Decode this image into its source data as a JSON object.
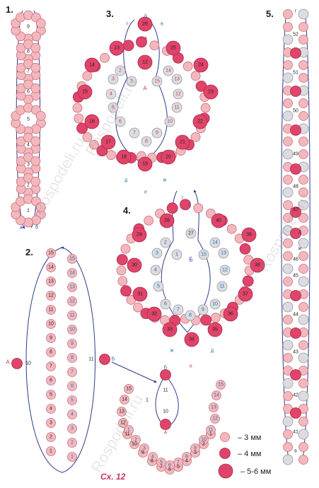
{
  "sections": {
    "s1": "1.",
    "s2": "2.",
    "s3": "3.",
    "s4": "4.",
    "s5": "5."
  },
  "caption": "Сх. 12",
  "watermark": "Rospodeli.ru",
  "legend": [
    {
      "label": "– 3 мм",
      "size": "3"
    },
    {
      "label": "– 4 мм",
      "size": "4"
    },
    {
      "label": "– 5-6 мм",
      "size": "5-6"
    }
  ],
  "colors": {
    "pink": "#f3b8bd",
    "pink_stroke": "#c8707c",
    "red": "#e0446a",
    "red_stroke": "#a82a48",
    "grey": "#dcdce0",
    "grey_stroke": "#9a9aa6",
    "line": "#2e3a8c",
    "accent_text": "#1c6fb0",
    "magenta_text": "#c8385a"
  },
  "diagram1": {
    "labels": [
      "9",
      "8",
      "7",
      "6",
      "5",
      "4",
      "3",
      "2",
      "1"
    ],
    "letters": [
      "а",
      "б"
    ]
  },
  "diagram2": {
    "left_labels": [
      "15",
      "14",
      "13",
      "12",
      "11",
      "10",
      "9",
      "8",
      "7",
      "6",
      "5",
      "4",
      "3",
      "2",
      "1"
    ],
    "right_labels": [
      "15",
      "14",
      "13",
      "12",
      "11",
      "10",
      "9",
      "8",
      "7",
      "6",
      "5",
      "4",
      "3",
      "2",
      "1"
    ],
    "side_left": "А",
    "side_left_num": "10",
    "side_right_num": "11",
    "side_right_letter": "Б"
  },
  "diagram2b": {
    "labels_left": [
      "15",
      "14",
      "13",
      "12",
      "11",
      "10",
      "9",
      "8",
      "7",
      "6",
      "5",
      "4",
      "3",
      "2",
      "1"
    ],
    "labels_right": [
      "15",
      "14",
      "13",
      "12",
      "11",
      "10",
      "9",
      "8",
      "7",
      "6",
      "5",
      "4",
      "3",
      "2",
      "1"
    ],
    "top": "Б",
    "bottom": "А",
    "center_labels": [
      "11",
      "10"
    ],
    "center_num": "1"
  },
  "diagram3": {
    "big_labels": [
      "13",
      "14",
      "15",
      "16",
      "17",
      "18",
      "19",
      "20",
      "21",
      "22",
      "23",
      "24",
      "25",
      "12",
      "26"
    ],
    "inner_labels": [
      "1",
      "2",
      "3",
      "4",
      "5",
      "6",
      "7",
      "8",
      "9",
      "10",
      "11",
      "12",
      "13",
      "14",
      "15"
    ],
    "letters": [
      "А",
      "а",
      "б",
      "в",
      "г",
      "д",
      "е",
      "ж"
    ]
  },
  "diagram4": {
    "big_labels": [
      "28",
      "29",
      "30",
      "31",
      "32",
      "33",
      "34",
      "35",
      "36",
      "37",
      "38",
      "39",
      "40",
      "27"
    ],
    "inner_labels": [
      "1",
      "2",
      "3",
      "4",
      "5",
      "6",
      "7",
      "8",
      "9",
      "10",
      "11",
      "12",
      "13",
      "14",
      "15"
    ],
    "letters": [
      "Б",
      "в",
      "г",
      "д",
      "е",
      "ж"
    ]
  },
  "diagram5": {
    "labels": [
      "52",
      "51",
      "50",
      "49",
      "48",
      "47",
      "46",
      "45",
      "44",
      "43",
      "42",
      "41"
    ],
    "letters": [
      "г",
      "д",
      "ж",
      "в"
    ]
  }
}
